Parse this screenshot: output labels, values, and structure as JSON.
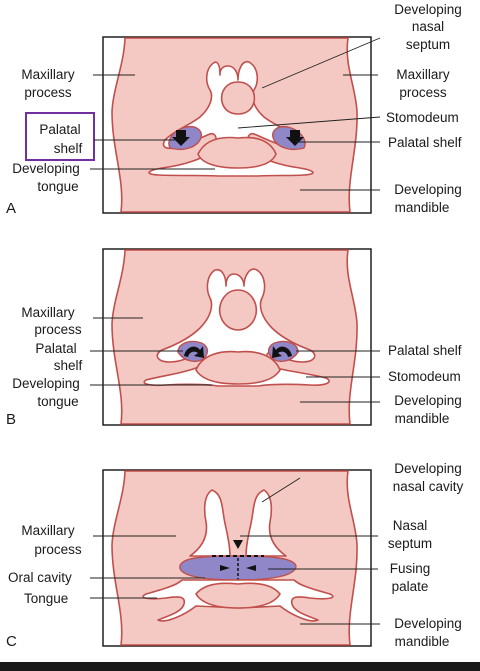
{
  "panels": [
    {
      "letter": "A",
      "labels": {
        "developing_nasal_septum": [
          "Developing",
          "nasal",
          "septum"
        ],
        "maxillary_process_left": [
          "Maxillary",
          "process"
        ],
        "maxillary_process_right": [
          "Maxillary",
          "process"
        ],
        "stomodeum": "Stomodeum",
        "palatal_shelf_left": [
          "Palatal",
          "shelf"
        ],
        "palatal_shelf_right": "Palatal shelf",
        "developing_tongue": [
          "Developing",
          "tongue"
        ],
        "developing_mandible": [
          "Developing",
          "mandible"
        ]
      }
    },
    {
      "letter": "B",
      "labels": {
        "maxillary_process": [
          "Maxillary",
          "process"
        ],
        "palatal_shelf_left": [
          "Palatal",
          "shelf"
        ],
        "palatal_shelf_right": "Palatal shelf",
        "developing_tongue": [
          "Developing",
          "tongue"
        ],
        "stomodeum": "Stomodeum",
        "developing_mandible": [
          "Developing",
          "mandible"
        ]
      }
    },
    {
      "letter": "C",
      "labels": {
        "developing_nasal_cavity": [
          "Developing",
          "nasal cavity"
        ],
        "maxillary_process": [
          "Maxillary",
          "process"
        ],
        "nasal_septum": [
          "Nasal",
          "septum"
        ],
        "oral_cavity": "Oral cavity",
        "fusing_palate": [
          "Fusing",
          "palate"
        ],
        "tongue": "Tongue",
        "developing_mandible": [
          "Developing",
          "mandible"
        ]
      }
    }
  ],
  "colors": {
    "tissue": "#f4c9c3",
    "outline": "#c0504d",
    "shelf": "#8f87c8",
    "highlight_box": "#7030a0"
  }
}
